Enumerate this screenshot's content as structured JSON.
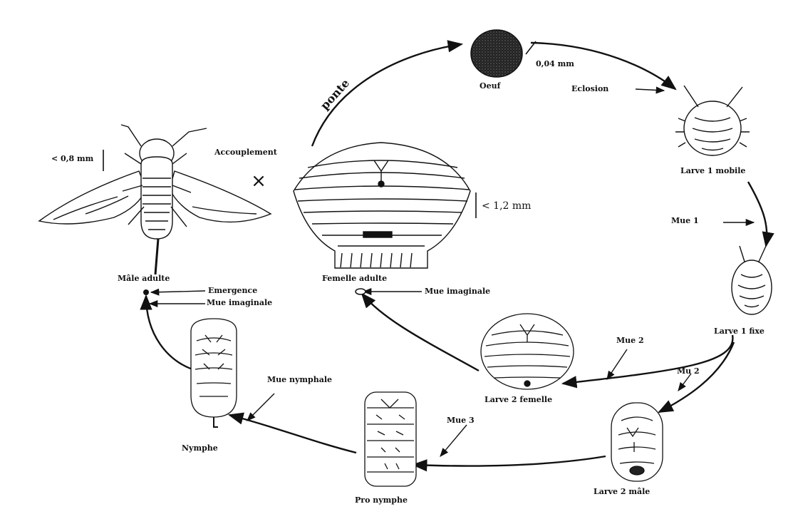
{
  "diagram": {
    "stages": {
      "oeuf": "Oeuf",
      "larve1_mobile": "Larve 1 mobile",
      "larve1_fixe": "Larve 1 fixe",
      "larve2_femelle": "Larve 2 femelle",
      "larve2_male": "Larve 2 mâle",
      "pro_nymphe": "Pro nymphe",
      "nymphe": "Nymphe",
      "male_adulte": "Mâle adulte",
      "femelle_adulte": "Femelle adulte"
    },
    "events": {
      "ponte": "ponte",
      "eclosion": "Eclosion",
      "mue1": "Mue 1",
      "mue2_femelle": "Mue 2",
      "mue2_male": "Mu 2",
      "mue3": "Mue 3",
      "mue_nymphale": "Mue nymphale",
      "mue_imaginale_femelle": "Mue imaginale",
      "mue_imaginale_male": "Mue imaginale",
      "emergence": "Emergence",
      "accouplement": "Accouplement"
    },
    "sizes": {
      "oeuf": "0,04 mm",
      "male": "< 0,8 mm",
      "femelle": "< 1,2 mm"
    },
    "cross_symbol": "×"
  }
}
